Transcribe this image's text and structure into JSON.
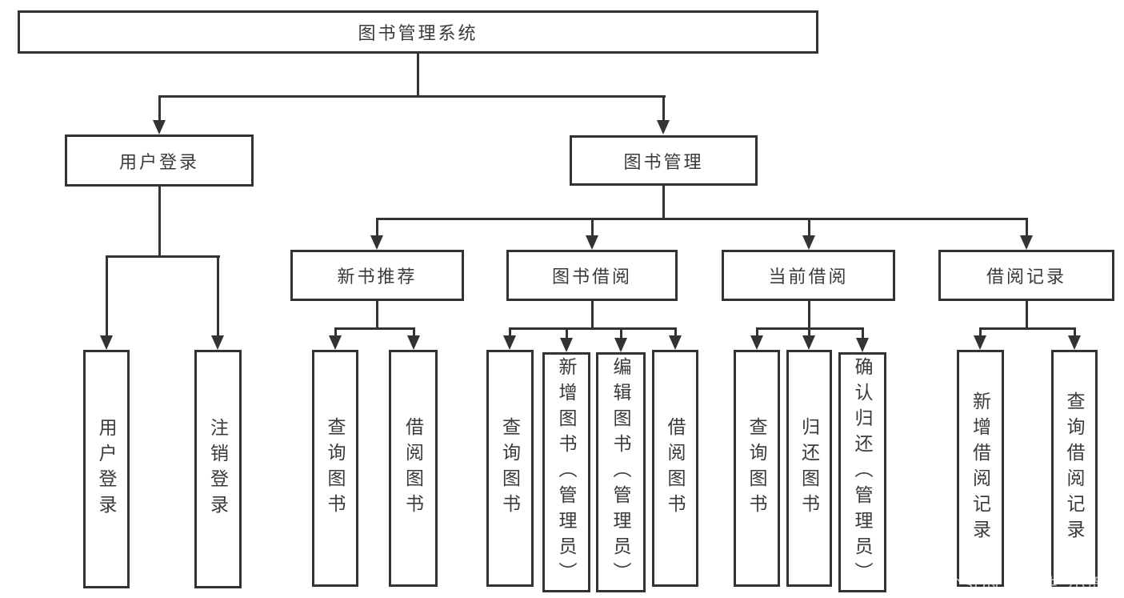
{
  "diagram": {
    "root": {
      "label": "图书管理系统"
    },
    "level2": [
      {
        "label": "用户登录"
      },
      {
        "label": "图书管理"
      }
    ],
    "level3": [
      {
        "label": "新书推荐"
      },
      {
        "label": "图书借阅"
      },
      {
        "label": "当前借阅"
      },
      {
        "label": "借阅记录"
      }
    ],
    "leaves": {
      "user_login": [
        "用户登录",
        "注销登录"
      ],
      "new_book_rec": [
        "查询图书",
        "借阅图书"
      ],
      "book_borrow": [
        "查询图书",
        "新增图书（管理员）",
        "编辑图书（管理员）",
        "借阅图书"
      ],
      "current_borrow": [
        "查询图书",
        "归还图书",
        "确认归还（管理员）"
      ],
      "borrow_records": [
        "新增借阅记录",
        "查询借阅记录"
      ]
    }
  },
  "watermark": {
    "text": "CSDN @软件_小贺同学"
  },
  "colors": {
    "line": "#333333",
    "text": "#3a3a3a",
    "watermark": "#b9b9b9",
    "background": "#ffffff"
  }
}
